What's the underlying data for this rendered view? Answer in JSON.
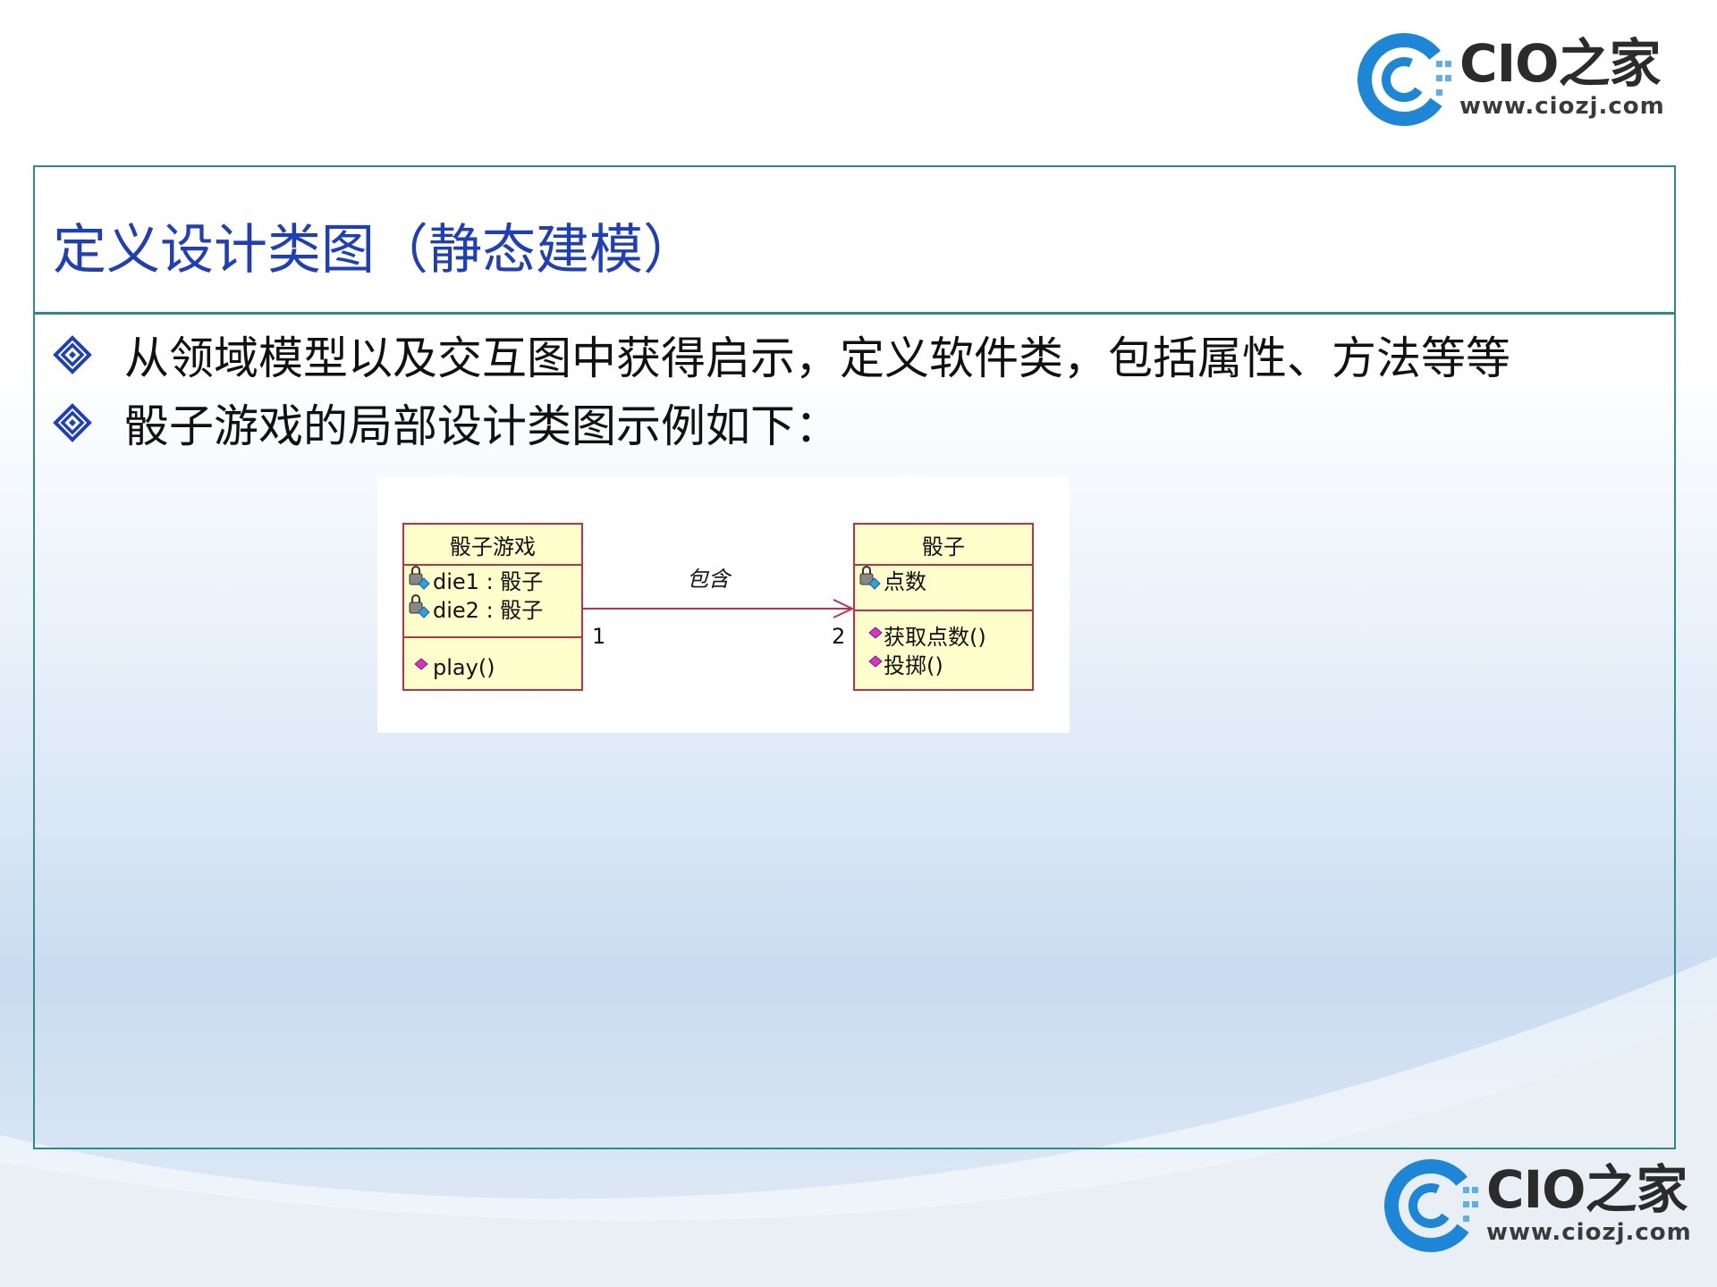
{
  "logo": {
    "name": "CIO之家",
    "url": "www.ciozj.com"
  },
  "slide": {
    "title": "定义设计类图（静态建模）",
    "bullets": [
      "从领域模型以及交互图中获得启示，定义软件类，包括属性、方法等等",
      "骰子游戏的局部设计类图示例如下："
    ]
  },
  "diagram": {
    "class_left": {
      "name": "骰子游戏",
      "attributes": [
        "die1 : 骰子",
        "die2 : 骰子"
      ],
      "operations": [
        "play()"
      ]
    },
    "class_right": {
      "name": "骰子",
      "attributes": [
        "点数"
      ],
      "operations": [
        "获取点数()",
        "投掷()"
      ]
    },
    "association": {
      "label": "包含",
      "left_multiplicity": "1",
      "right_multiplicity": "2"
    }
  },
  "colors": {
    "title": "#1f3fb8",
    "frame": "#2e8a8a",
    "class_fill": "#ffffcc",
    "class_border": "#c0304a",
    "association_line": "#c0304a",
    "logo_blue": "#1d86d6"
  }
}
